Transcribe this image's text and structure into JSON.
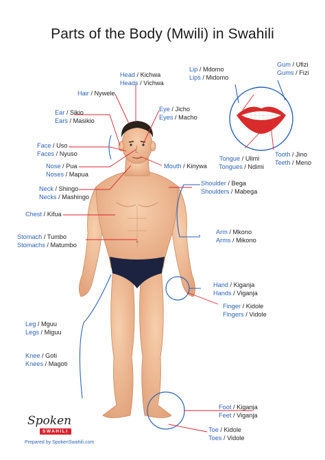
{
  "title": "Parts of the Body (Mwili) in Swahili",
  "labels": {
    "head": {
      "en": "Head",
      "sw": "Kichwa"
    },
    "heads": {
      "en": "Heads",
      "sw": "Vichwa"
    },
    "hair": {
      "en": "Hair",
      "sw": "Nywele"
    },
    "ear": {
      "en": "Ear",
      "sw": "Sikio"
    },
    "ears": {
      "en": "Ears",
      "sw": "Masikio"
    },
    "eye": {
      "en": "Eye",
      "sw": "Jicho"
    },
    "eyes": {
      "en": "Eyes",
      "sw": "Macho"
    },
    "face": {
      "en": "Face",
      "sw": "Uso"
    },
    "faces": {
      "en": "Faces",
      "sw": "Nyuso"
    },
    "nose": {
      "en": "Nose",
      "sw": "Pua"
    },
    "noses": {
      "en": "Noses",
      "sw": "Mapua"
    },
    "mouth": {
      "en": "Mouth",
      "sw": "Kinywa"
    },
    "neck": {
      "en": "Neck",
      "sw": "Shingo"
    },
    "necks": {
      "en": "Necks",
      "sw": "Mashingo"
    },
    "shoulder": {
      "en": "Shoulder",
      "sw": "Bega"
    },
    "shoulders": {
      "en": "Shoulders",
      "sw": "Mabega"
    },
    "chest": {
      "en": "Chest",
      "sw": "Kifua"
    },
    "stomach": {
      "en": "Stomach",
      "sw": "Tumbo"
    },
    "stomachs": {
      "en": "Stomachs",
      "sw": "Matumbo"
    },
    "arm": {
      "en": "Arm",
      "sw": "Mkono"
    },
    "arms": {
      "en": "Arms",
      "sw": "Mikono"
    },
    "hand": {
      "en": "Hand",
      "sw": "Kiganja"
    },
    "hands": {
      "en": "Hands",
      "sw": "Viganja"
    },
    "finger": {
      "en": "Finger",
      "sw": "Kidole"
    },
    "fingers": {
      "en": "Fingers",
      "sw": "Vidole"
    },
    "leg": {
      "en": "Leg",
      "sw": "Mguu"
    },
    "legs": {
      "en": "Legs",
      "sw": "Miguu"
    },
    "knee": {
      "en": "Knee",
      "sw": "Goti"
    },
    "knees": {
      "en": "Knees",
      "sw": "Magoti"
    },
    "foot": {
      "en": "Foot",
      "sw": "Kiganja"
    },
    "feet": {
      "en": "Feet",
      "sw": "Viganja"
    },
    "toe": {
      "en": "Toe",
      "sw": "Kidole"
    },
    "toes": {
      "en": "Toes",
      "sw": "Vidole"
    },
    "lip": {
      "en": "Lip",
      "sw": "Mdomo"
    },
    "lips": {
      "en": "Lips",
      "sw": "Midomo"
    },
    "gum": {
      "en": "Gum",
      "sw": "Ufizi"
    },
    "gums": {
      "en": "Gums",
      "sw": "Fizi"
    },
    "tongue": {
      "en": "Tongue",
      "sw": "Ulimi"
    },
    "tongues": {
      "en": "Tongues",
      "sw": "Ndimi"
    },
    "tooth": {
      "en": "Tooth",
      "sw": "Jino"
    },
    "teeth": {
      "en": "Teeth",
      "sw": "Meno"
    }
  },
  "logo": {
    "word": "Spoken",
    "badge": "SWAHILI",
    "note": "Prepared by SpokenSwahili.com"
  },
  "colors": {
    "english": "#2b62b8",
    "red_line": "#d9232d",
    "blue_line": "#2b62b8",
    "skin": "#f2c09b"
  }
}
